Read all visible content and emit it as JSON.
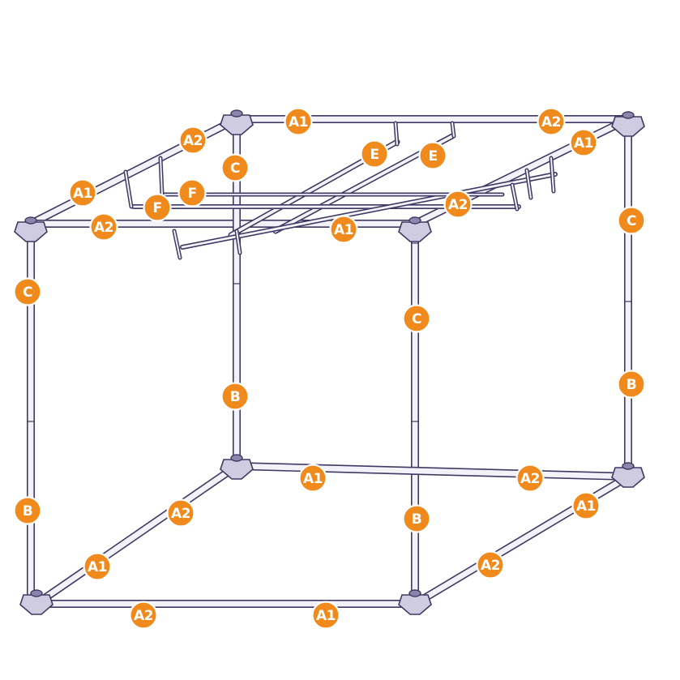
{
  "colors": {
    "badge": "#f08a1c",
    "badge_text": "#ffffff",
    "tube_outline": "#3f3a63",
    "tube_fill": "#f3f2f8",
    "joint_fill": "#cfcbe0"
  },
  "labels": {
    "top_back_left": "A1",
    "top_back_right": "A2",
    "top_left_back": "A2",
    "top_left_front": "A1",
    "top_front_left": "A2",
    "top_front_right": "A1",
    "top_right_back": "A1",
    "top_right_front": "A2",
    "crossbar_1": "E",
    "crossbar_2": "E",
    "hanger_left": "F",
    "hanger_right": "F",
    "upright_back_left_upper": "C",
    "upright_back_left_lower": "B",
    "upright_front_left_upper": "C",
    "upright_front_left_lower": "B",
    "upright_front_right_upper": "C",
    "upright_front_right_lower": "B",
    "upright_back_right_upper": "C",
    "upright_back_right_lower": "B",
    "bottom_back_left": "A1",
    "bottom_back_right": "A2",
    "bottom_left_back": "A2",
    "bottom_left_front": "A1",
    "bottom_front_left": "A2",
    "bottom_front_right": "A1",
    "bottom_right_back": "A1",
    "bottom_right_front": "A2"
  }
}
